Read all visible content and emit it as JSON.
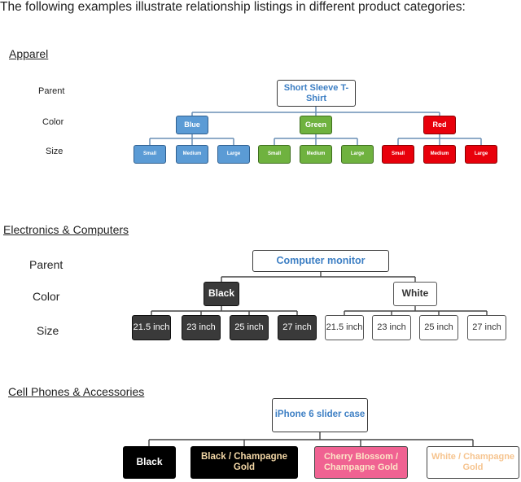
{
  "intro": "The following examples illustrate relationship listings in different product categories:",
  "apparel": {
    "title": "Apparel",
    "levels": {
      "parent": "Parent",
      "color": "Color",
      "size": "Size"
    },
    "parent": "Short Sleeve T-Shirt",
    "colors": [
      "Blue",
      "Green",
      "Red"
    ],
    "sizes": [
      "Small",
      "Medium",
      "Large"
    ]
  },
  "electronics": {
    "title": "Electronics & Computers",
    "levels": {
      "parent": "Parent",
      "color": "Color",
      "size": "Size"
    },
    "parent": "Computer monitor",
    "colors": [
      "Black",
      "White"
    ],
    "sizes": [
      "21.5 inch",
      "23 inch",
      "25 inch",
      "27 inch"
    ]
  },
  "phones": {
    "title": "Cell Phones & Accessories",
    "parent": "iPhone 6 slider case",
    "colors": [
      "Black",
      "Black / Champagne Gold",
      "Cherry Blossom / Champagne Gold",
      "White / Champagne Gold"
    ]
  },
  "colors": {
    "blue": "#5b9bd5",
    "green": "#6fb23f",
    "red": "#e8000b",
    "dark_gray": "#3a3a3a",
    "black": "#000000",
    "pink": "#f06292",
    "parent_text": "#3d7fc4"
  }
}
